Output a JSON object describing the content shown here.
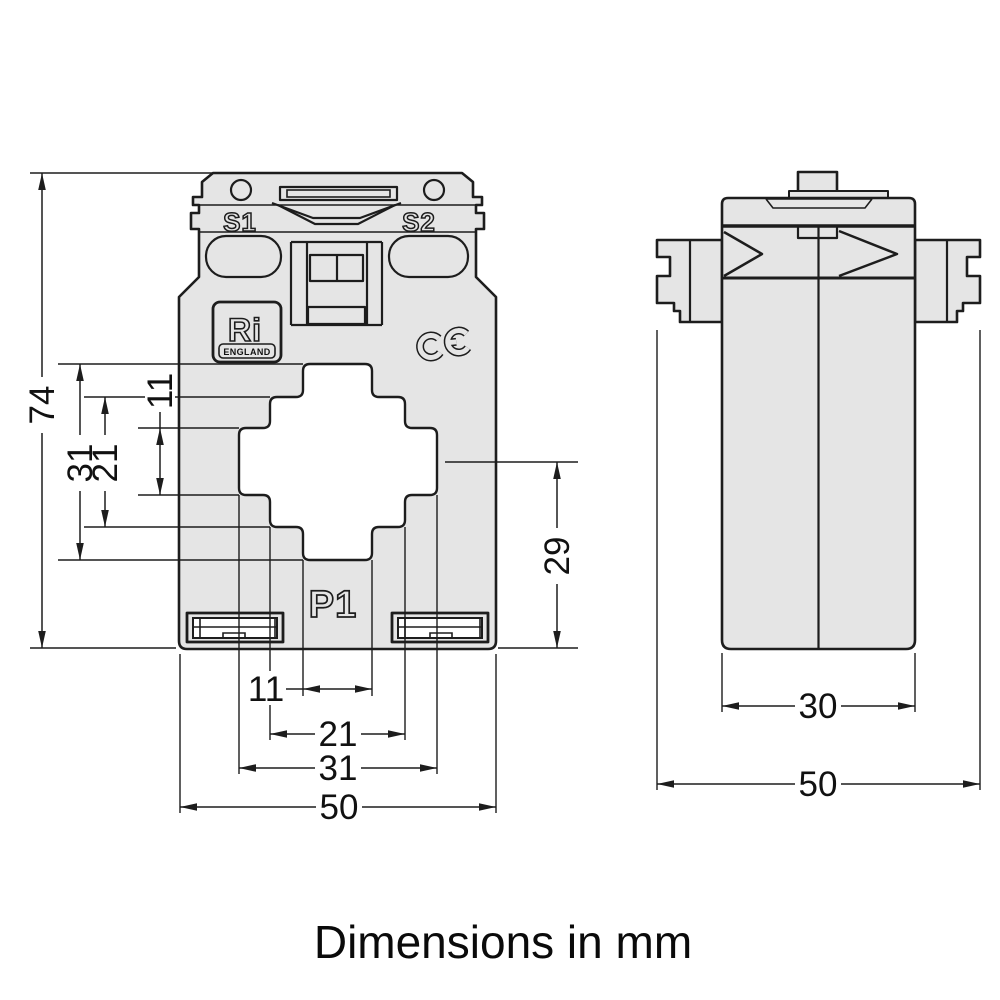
{
  "caption": "Dimensions in mm",
  "front_view": {
    "secondary_terminal_1": "S1",
    "secondary_terminal_2": "S2",
    "primary_terminal": "P1",
    "ce_mark": "CE",
    "logo": {
      "brand": "Ri",
      "country": "ENGLAND"
    },
    "dimensions": {
      "overall_height": "74",
      "window_height_outer": "31",
      "window_height_mid": "21",
      "window_height_inner": "11",
      "window_center_to_base": "29",
      "window_width_inner": "11",
      "window_width_mid": "21",
      "window_width_outer": "31",
      "overall_width": "50"
    }
  },
  "side_view": {
    "dimensions": {
      "body_depth": "30",
      "overall_depth": "50"
    }
  }
}
